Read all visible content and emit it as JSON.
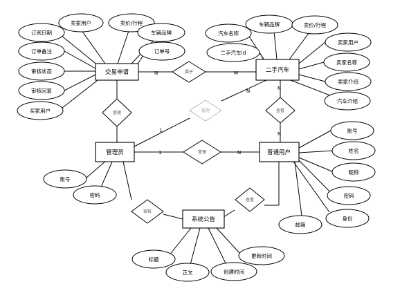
{
  "entities": {
    "transaction": "交易申请",
    "car": "二手汽车",
    "admin": "管理员",
    "user": "普通用户",
    "notice": "系统公告"
  },
  "relationships": {
    "belongs": "属于",
    "manage_tx": "管理",
    "manage_car": "管理",
    "manage_user": "管理",
    "view_car": "查看",
    "review_notice": "审核",
    "view_notice": "查看"
  },
  "attributes": {
    "transaction": [
      "订阅日期",
      "卖家用户",
      "卖价/行程",
      "车辆品牌",
      "订单号",
      "订单备注",
      "审核状态",
      "审核回复",
      "买家用户"
    ],
    "car": [
      "汽车名称",
      "车辆品牌",
      "卖价/行程",
      "二手汽车id",
      "卖家用户",
      "卖家名称",
      "卖家介绍",
      "汽车介绍"
    ],
    "admin": [
      "账号",
      "密码"
    ],
    "user": [
      "账号",
      "姓名",
      "昵称",
      "密码",
      "身份",
      "邮箱"
    ],
    "notice": [
      "标题",
      "正文",
      "创建时间",
      "更新时间"
    ]
  },
  "cardinality": {
    "n": "N",
    "m": "M",
    "one": "1"
  }
}
